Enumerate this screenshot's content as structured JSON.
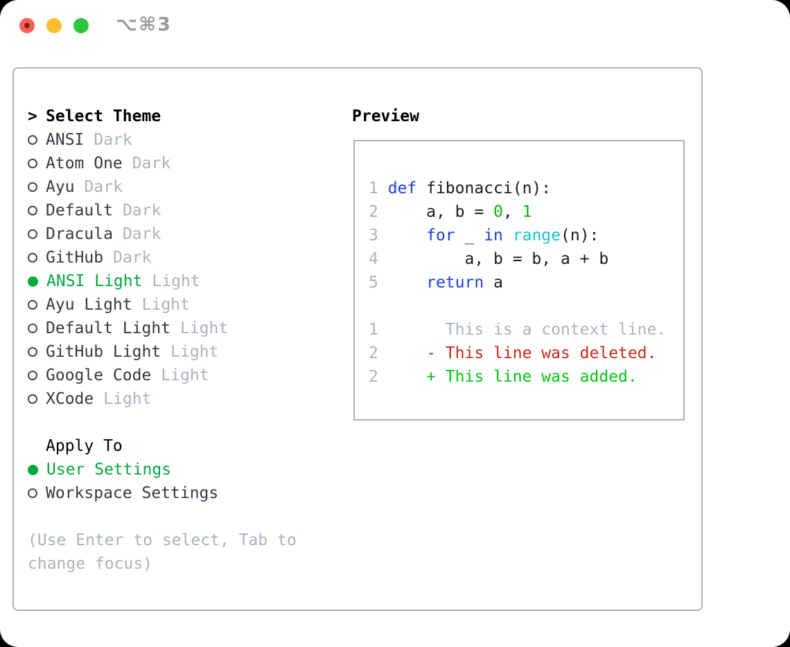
{
  "window": {
    "shortcut": "⌥⌘3"
  },
  "colors": {
    "accent-green": "#00a83e",
    "kw": "#1a3fd6",
    "builtin": "#14c4ca",
    "num": "#08b40e",
    "del": "#c9271a",
    "add": "#03c412",
    "muted": "#a9b2bc",
    "text": "#33383f",
    "code-text": "#17191d",
    "panel-border": "#a9b0ba",
    "traffic-red": "#f7605a",
    "traffic-red-dot": "#8a1f11",
    "traffic-yellow": "#fdbd2e",
    "traffic-green": "#2ac63f",
    "title-gray": "#98989d"
  },
  "theme_picker": {
    "prefix": ">",
    "heading": "Select Theme",
    "items": [
      {
        "name": "ANSI",
        "variant": "Dark",
        "selected": false
      },
      {
        "name": "Atom One",
        "variant": "Dark",
        "selected": false
      },
      {
        "name": "Ayu",
        "variant": "Dark",
        "selected": false
      },
      {
        "name": "Default",
        "variant": "Dark",
        "selected": false
      },
      {
        "name": "Dracula",
        "variant": "Dark",
        "selected": false
      },
      {
        "name": "GitHub",
        "variant": "Dark",
        "selected": false
      },
      {
        "name": "ANSI Light",
        "variant": "Light",
        "selected": true
      },
      {
        "name": "Ayu Light",
        "variant": "Light",
        "selected": false
      },
      {
        "name": "Default Light",
        "variant": "Light",
        "selected": false
      },
      {
        "name": "GitHub Light",
        "variant": "Light",
        "selected": false
      },
      {
        "name": "Google Code",
        "variant": "Light",
        "selected": false
      },
      {
        "name": "XCode",
        "variant": "Light",
        "selected": false
      }
    ]
  },
  "apply_to": {
    "heading": "Apply To",
    "options": [
      {
        "label": "User Settings",
        "selected": true
      },
      {
        "label": "Workspace Settings",
        "selected": false
      }
    ]
  },
  "hint": "(Use Enter to select, Tab to change focus)",
  "preview": {
    "heading": "Preview",
    "lines": [
      [
        [
          "ln",
          "1 "
        ],
        [
          "kw",
          "def"
        ],
        [
          "txt",
          " fibonacci(n):"
        ]
      ],
      [
        [
          "ln",
          "2"
        ],
        [
          "txt",
          "     a, b = "
        ],
        [
          "num",
          "0"
        ],
        [
          "txt",
          ", "
        ],
        [
          "num",
          "1"
        ]
      ],
      [
        [
          "ln",
          "3"
        ],
        [
          "txt",
          "     "
        ],
        [
          "kw",
          "for"
        ],
        [
          "txt",
          " _ "
        ],
        [
          "kw",
          "in"
        ],
        [
          "txt",
          " "
        ],
        [
          "builtin",
          "range"
        ],
        [
          "txt",
          "(n):"
        ]
      ],
      [
        [
          "ln",
          "4"
        ],
        [
          "txt",
          "         a, b = b, a + b"
        ]
      ],
      [
        [
          "ln",
          "5"
        ],
        [
          "txt",
          "     "
        ],
        [
          "kw",
          "return"
        ],
        [
          "txt",
          " a"
        ]
      ],
      [],
      [
        [
          "ln",
          "1"
        ],
        [
          "ctx",
          "       This is a context line."
        ]
      ],
      [
        [
          "ln",
          "2"
        ],
        [
          "del",
          "     - This line was deleted."
        ]
      ],
      [
        [
          "ln",
          "2"
        ],
        [
          "add",
          "     + This line was added."
        ]
      ]
    ]
  }
}
